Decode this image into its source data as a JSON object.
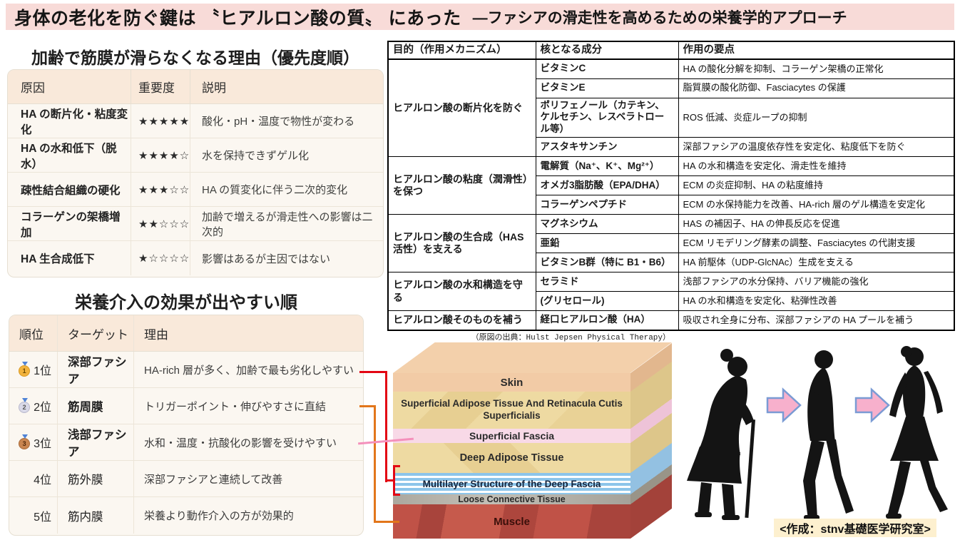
{
  "banner": {
    "title_main": "身体の老化を防ぐ鍵は 〝ヒアルロン酸の質〟 にあった",
    "title_sub": "―ファシアの滑走性を高めるための栄養学的アプローチ"
  },
  "reasons_table": {
    "title": "加齢で筋膜が滑らなくなる理由（優先度順）",
    "headers": [
      "原因",
      "重要度",
      "説明"
    ],
    "rows": [
      {
        "cause": "HA の断片化・粘度変化",
        "stars": "★★★★★",
        "desc": "酸化・pH・温度で物性が変わる"
      },
      {
        "cause": "HA の水和低下（脱水）",
        "stars": "★★★★☆",
        "desc": "水を保持できずゲル化"
      },
      {
        "cause": "疎性結合組織の硬化",
        "stars": "★★★☆☆",
        "desc": "HA の質変化に伴う二次的変化"
      },
      {
        "cause": "コラーゲンの架橋増加",
        "stars": "★★☆☆☆",
        "desc": "加齢で増えるが滑走性への影響は二次的"
      },
      {
        "cause": "HA 生合成低下",
        "stars": "★☆☆☆☆",
        "desc": "影響はあるが主因ではない"
      }
    ]
  },
  "priority_table": {
    "title": "栄養介入の効果が出やすい順",
    "headers": [
      "順位",
      "ターゲット",
      "理由"
    ],
    "rows": [
      {
        "medal": "gold-medal",
        "medal_num": "1",
        "rank": "1位",
        "target": "深部ファシア",
        "reason": "HA-rich 層が多く、加齢で最も劣化しやすい"
      },
      {
        "medal": "silver-medal",
        "medal_num": "2",
        "rank": "2位",
        "target": "筋周膜",
        "reason": "トリガーポイント・伸びやすさに直結"
      },
      {
        "medal": "bronze-medal",
        "medal_num": "3",
        "rank": "3位",
        "target": "浅部ファシア",
        "reason": "水和・温度・抗酸化の影響を受けやすい"
      },
      {
        "rank": "4位",
        "target": "筋外膜",
        "reason": "深部ファシアと連続して改善"
      },
      {
        "rank": "5位",
        "target": "筋内膜",
        "reason": "栄養より動作介入の方が効果的"
      }
    ]
  },
  "nutrition_table": {
    "headers": [
      "目的（作用メカニズム）",
      "核となる成分",
      "作用の要点"
    ],
    "groups": [
      {
        "purpose": "ヒアルロン酸の断片化を防ぐ",
        "items": [
          {
            "component": "ビタミンC",
            "point": "HA の酸化分解を抑制、コラーゲン架橋の正常化"
          },
          {
            "component": "ビタミンE",
            "point": "脂質膜の酸化防御、Fasciacytes の保護"
          },
          {
            "component": "ポリフェノール（カテキン、ケルセチン、レスベラトロール等）",
            "point": "ROS 低減、炎症ループの抑制"
          },
          {
            "component": "アスタキサンチン",
            "point": "深部ファシアの温度依存性を安定化、粘度低下を防ぐ"
          }
        ]
      },
      {
        "purpose": "ヒアルロン酸の粘度（潤滑性）を保つ",
        "items": [
          {
            "component": "電解質（Na⁺、K⁺、Mg²⁺）",
            "point": "HA の水和構造を安定化、滑走性を維持"
          },
          {
            "component": "オメガ3脂肪酸（EPA/DHA）",
            "point": "ECM の炎症抑制、HA の粘度維持"
          },
          {
            "component": "コラーゲンペプチド",
            "point": "ECM の水保持能力を改善、HA-rich 層のゲル構造を安定化"
          }
        ]
      },
      {
        "purpose": "ヒアルロン酸の生合成（HAS活性）を支える",
        "items": [
          {
            "component": "マグネシウム",
            "point": "HAS の補因子、HA の伸長反応を促進"
          },
          {
            "component": "亜鉛",
            "point": "ECM リモデリング酵素の調整、Fasciacytes の代謝支援"
          },
          {
            "component": "ビタミンB群（特に B1・B6）",
            "point": "HA 前駆体（UDP-GlcNAc）生成を支える"
          }
        ]
      },
      {
        "purpose": "ヒアルロン酸の水和構造を守る",
        "items": [
          {
            "component": "セラミド",
            "point": "浅部ファシアの水分保持、バリア機能の強化"
          },
          {
            "component": "(グリセロール)",
            "point": "HA の水和構造を安定化、粘弾性改善"
          }
        ]
      },
      {
        "purpose": "ヒアルロン酸そのものを補う",
        "items": [
          {
            "component": "経口ヒアルロン酸（HA）",
            "point": "吸収され全身に分布、深部ファシアの HA プールを補う"
          }
        ]
      }
    ]
  },
  "diagram": {
    "attribution": "（原図の出典：Hulst Jepsen Physical Therapy）",
    "layers": [
      "Skin",
      "Superficial Adipose Tissue And Retinacula Cutis Superficialis",
      "Superficial Fascia",
      "Deep Adipose Tissue",
      "Multilayer Structure of the Deep Fascia",
      "Loose Connective Tissue",
      "Muscle"
    ]
  },
  "credit": "<作成：stnv基礎医学研究室>",
  "colors": {
    "banner_bg": "#f8dbd8",
    "card_bg": "#fbf7f1",
    "card_header_bg": "#f9e9da",
    "star": "#2b2b2b",
    "connector_red": "#e30613",
    "connector_orange": "#e2761b",
    "connector_pink": "#f490bb",
    "credit_bg": "#fdf0cf",
    "fascia_pink_layer": "#f8d9e7",
    "deep_fascia_blue": "#8cc5ea",
    "muscle_red": "#c05247",
    "arrow_pink": "#f7b0cc"
  }
}
